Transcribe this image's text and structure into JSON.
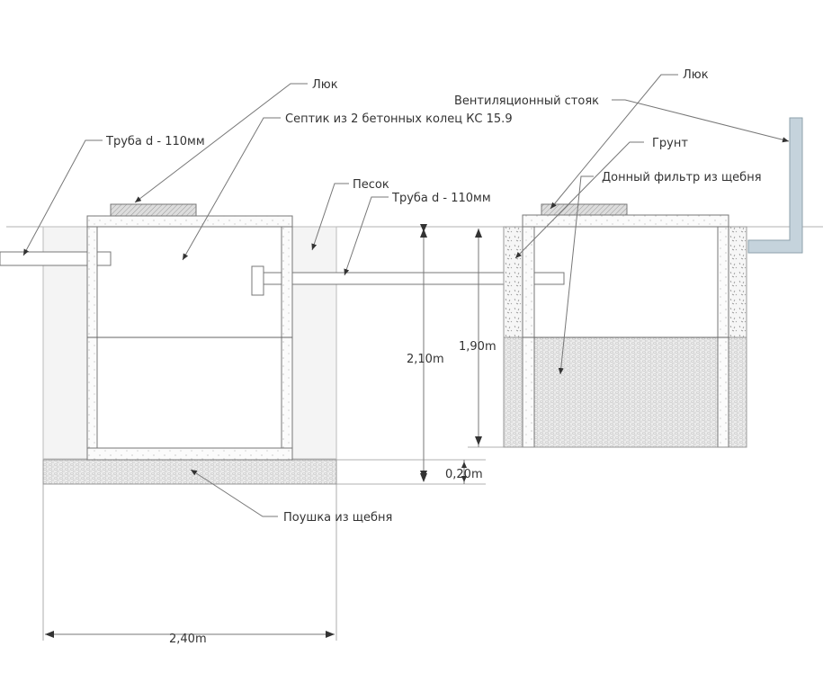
{
  "labels": {
    "hatch_left": "Люк",
    "septic": "Септик из 2 бетонных колец КС 15.9",
    "pipe_in": "Труба d - 110мм",
    "sand": "Песок",
    "pipe_between": "Труба d - 110мм",
    "hatch_right": "Люк",
    "vent": "Вентиляционный стояк",
    "soil": "Грунт",
    "bottom_filter": "Донный фильтр из щебня",
    "gravel_pad": "Поушка из щебня"
  },
  "dimensions": {
    "depth_total": "2,10m",
    "depth_filter": "1,90m",
    "pad": "0,20m",
    "width": "2,40m"
  },
  "colors": {
    "vent_pipe": "#c5d3dc",
    "sand": "#f4f4f4"
  }
}
